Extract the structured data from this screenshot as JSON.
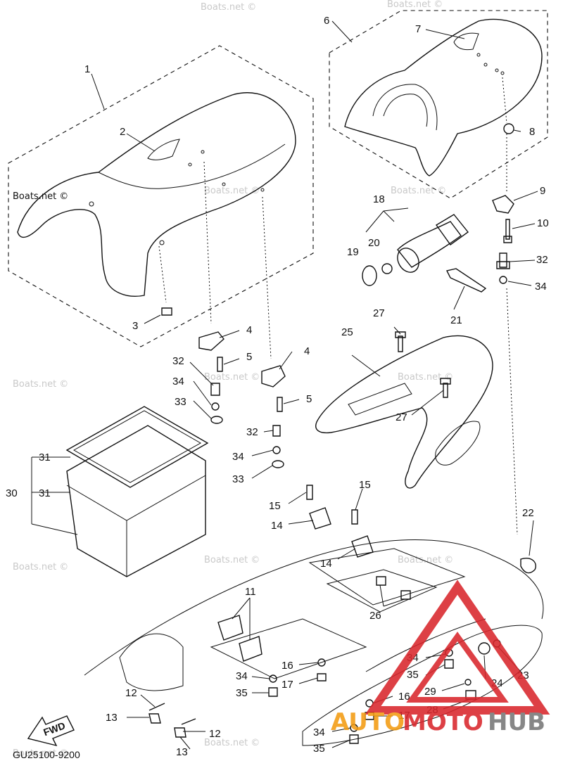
{
  "diagram": {
    "code": "GU25100-9200",
    "fwd_label": "FWD",
    "watermark": "Boats.net ©",
    "logo": {
      "text_part1": "AUTO",
      "text_part2": "MOTO",
      "text_part3": "HUB",
      "red": "#d9262c",
      "orange": "#f39c12",
      "grey": "#777777"
    },
    "callouts": [
      "1",
      "2",
      "3",
      "4",
      "4",
      "5",
      "5",
      "6",
      "7",
      "8",
      "9",
      "10",
      "11",
      "12",
      "12",
      "13",
      "13",
      "14",
      "14",
      "15",
      "15",
      "16",
      "16",
      "17",
      "17",
      "18",
      "19",
      "20",
      "21",
      "22",
      "23",
      "24",
      "25",
      "26",
      "27",
      "27",
      "28",
      "29",
      "30",
      "31",
      "31",
      "32",
      "32",
      "32",
      "33",
      "33",
      "34",
      "34",
      "34",
      "34",
      "34",
      "34",
      "35",
      "35",
      "35"
    ]
  }
}
